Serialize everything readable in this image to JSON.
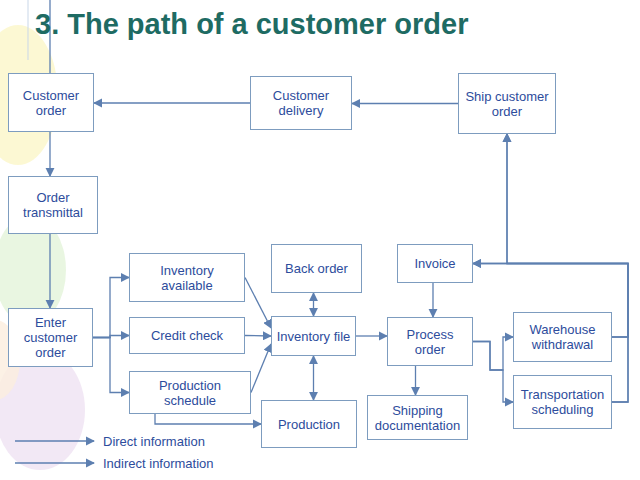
{
  "diagram": {
    "title": "3. The path of a customer order",
    "nodes": [
      {
        "text": [
          "Customer order"
        ]
      },
      {
        "text": [
          "Customer delivery"
        ]
      },
      {
        "text": [
          "Ship customer order"
        ]
      },
      {
        "text": [
          "Order transmittal"
        ]
      },
      {
        "text": [
          "Inventory available"
        ]
      },
      {
        "text": [
          "Back order"
        ]
      },
      {
        "text": [
          "Invoice"
        ]
      },
      {
        "text": [
          "Enter customer order"
        ]
      },
      {
        "text": [
          "Credit check"
        ]
      },
      {
        "text": [
          "Inventory file"
        ]
      },
      {
        "text": [
          "Process order"
        ]
      },
      {
        "text": [
          "Warehouse withdrawal"
        ]
      },
      {
        "text": [
          "Production schedule"
        ]
      },
      {
        "text": [
          "Production"
        ]
      },
      {
        "text": [
          "Shipping documentation"
        ]
      },
      {
        "text": [
          "Transportation scheduling"
        ]
      }
    ],
    "edges": [
      {
        "from": 1,
        "to": 0,
        "arrow": "to"
      },
      {
        "from": 2,
        "to": 1,
        "arrow": "to"
      },
      {
        "from": 0,
        "to": 3,
        "arrow": "to"
      },
      {
        "from": 3,
        "to": 7,
        "arrow": "to"
      },
      {
        "from": 7,
        "to": 4,
        "arrow": "to"
      },
      {
        "from": 7,
        "to": 8,
        "arrow": "to"
      },
      {
        "from": 7,
        "to": 12,
        "arrow": "to"
      },
      {
        "from": 4,
        "to": 9,
        "arrow": "to"
      },
      {
        "from": 8,
        "to": 9,
        "arrow": "to"
      },
      {
        "from": 12,
        "to": 9,
        "arrow": "to"
      },
      {
        "from": 12,
        "to": 13,
        "arrow": "to"
      },
      {
        "from": 5,
        "to": 9,
        "arrow": "both"
      },
      {
        "from": 9,
        "to": 13,
        "arrow": "both"
      },
      {
        "from": 9,
        "to": 10,
        "arrow": "to"
      },
      {
        "from": 6,
        "to": 10,
        "arrow": "to"
      },
      {
        "from": 10,
        "to": 14,
        "arrow": "to"
      },
      {
        "from": 10,
        "to": 11,
        "arrow": "to"
      },
      {
        "from": 10,
        "to": 15,
        "arrow": "to"
      },
      {
        "from": 11,
        "to": 6,
        "arrow": "to"
      },
      {
        "from": 15,
        "to": 6,
        "arrow": "to"
      },
      {
        "from": 11,
        "to": 2,
        "arrow": "to"
      },
      {
        "from": 15,
        "to": 2,
        "arrow": "to"
      }
    ],
    "legend": [
      {
        "text": "Direct information"
      },
      {
        "text": "Indirect information"
      }
    ]
  }
}
